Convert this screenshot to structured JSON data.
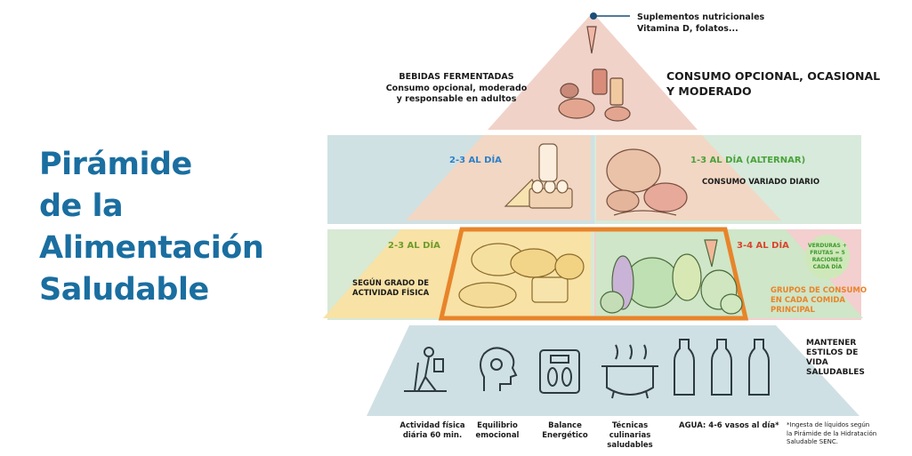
{
  "title": {
    "line1": "Pirámide",
    "line2": "de la",
    "line3": "Alimentación",
    "line4": "Saludable"
  },
  "top": {
    "supplements_line1": "Suplementos nutricionales",
    "supplements_line2": "Vitamina D, folatos...",
    "fermented_line1": "BEBIDAS FERMENTADAS",
    "fermented_line2": "Consumo opcional, moderado",
    "fermented_line3": "y responsable en adultos",
    "optional_line1": "CONSUMO OPCIONAL, OCASIONAL",
    "optional_line2": "Y MODERADO"
  },
  "protein_band": {
    "dairy_freq": "2-3 AL DÍA",
    "protein_freq": "1-3 AL DÍA (ALTERNAR)",
    "protein_note": "CONSUMO VARIADO DIARIO"
  },
  "base_band": {
    "cereals_freq": "2-3 AL DÍA",
    "cereals_note_line1": "SEGÚN GRADO DE",
    "cereals_note_line2": "ACTIVIDAD FÍSICA",
    "veg_freq": "3-4 AL DÍA",
    "badge_line1": "VERDURAS +",
    "badge_line2": "FRUTAS = 5",
    "badge_line3": "RACIONES",
    "badge_line4": "CADA DÍA",
    "groups_line1": "GRUPOS DE CONSUMO",
    "groups_line2": "EN CADA COMIDA",
    "groups_line3": "PRINCIPAL"
  },
  "lifestyle": {
    "maintain_line1": "MANTENER",
    "maintain_line2": "ESTILOS DE",
    "maintain_line3": "VIDA",
    "maintain_line4": "SALUDABLES",
    "items": [
      {
        "line1": "Actividad física",
        "line2": "diária 60 min."
      },
      {
        "line1": "Equilibrio",
        "line2": "emocional"
      },
      {
        "line1": "Balance",
        "line2": "Energético"
      },
      {
        "line1": "Técnicas",
        "line2": "culinarias",
        "line3": "saludables"
      },
      {
        "line1": "AGUA: 4-6 vasos al día*"
      }
    ],
    "footnote_line1": "*Ingesta de líquidos según",
    "footnote_line2": "la Pirámide de la Hidratación",
    "footnote_line3": "Saludable SENC."
  },
  "colors": {
    "title": "#1a6ea0",
    "top_tier": "#f1d2c8",
    "dairy_tier": "#f2d7c4",
    "band_blue": "#cfe1e3",
    "band_green": "#d7eadb",
    "band_base_green": "#d8e9d4",
    "band_pink": "#f3cfcf",
    "cereal_yellow": "#f8e2a6",
    "veg_green": "#cfe6c8",
    "base_tier": "#cfe0e4",
    "highlight": "#e8842a"
  }
}
